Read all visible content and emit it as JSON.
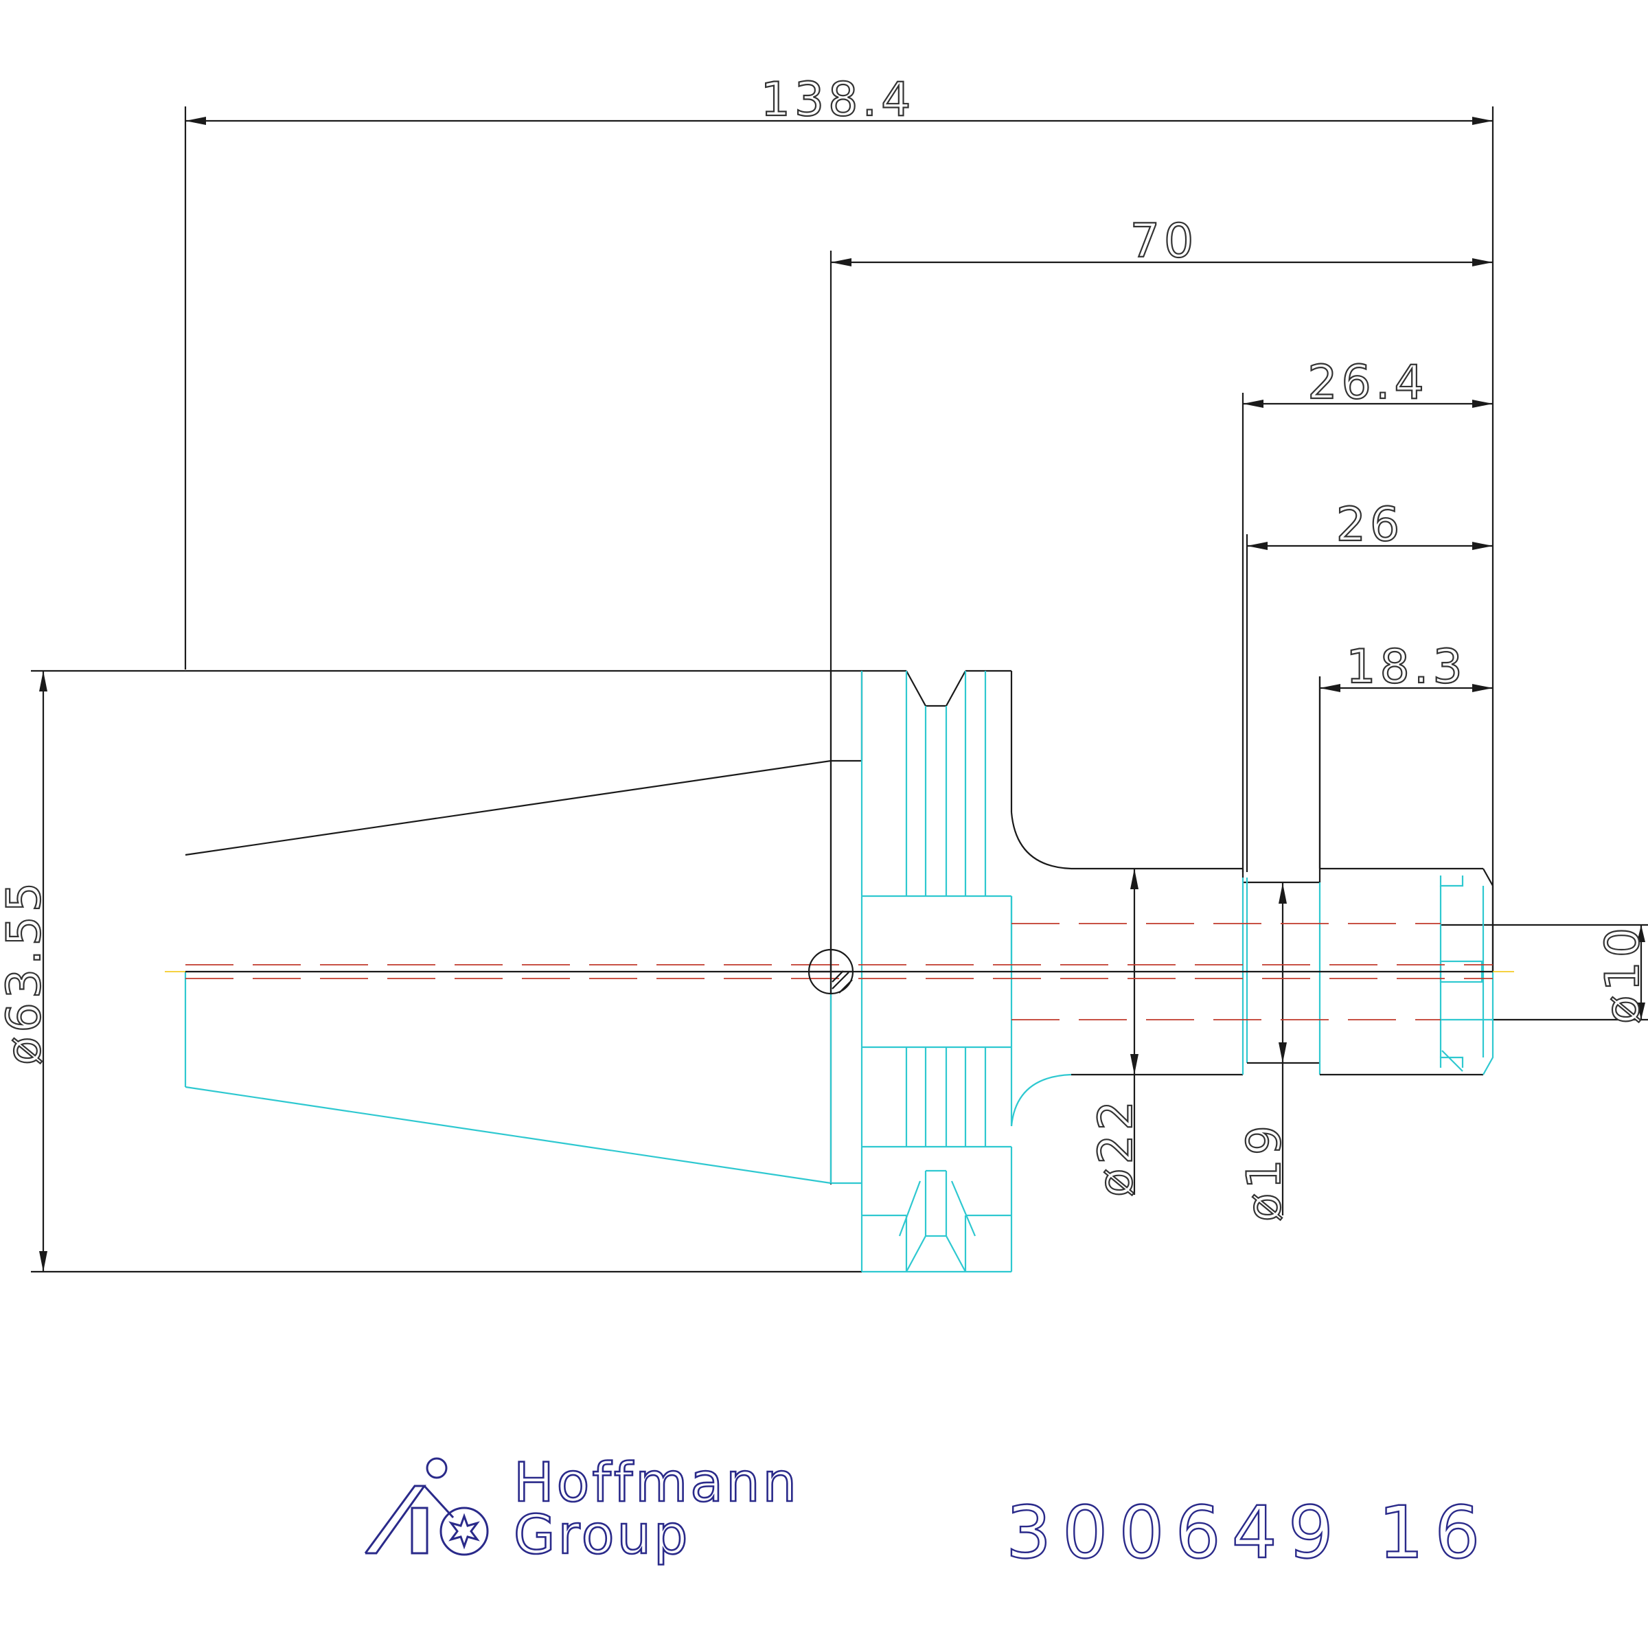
{
  "drawing": {
    "dimensions": {
      "overall_length": "138.4",
      "gauge_length": "70",
      "clamp_length": "26.4",
      "clamp_length_inner": "26",
      "nose_length": "18.3",
      "flange_diameter": "ø63.55",
      "shank_diameter": "ø22",
      "neck_diameter": "ø19",
      "bore_diameter": "ø10"
    },
    "colors": {
      "outline": "#1a1a1a",
      "hidden": "#2ec8d0",
      "centerline": "#c0392b",
      "axis": "#f2c200",
      "brand": "#2a2a8a"
    }
  },
  "brand": {
    "line1": "Hoffmann",
    "line2": "Group",
    "logo_icon": "hoffmann-group-logo-icon"
  },
  "article_number": "300649 16"
}
